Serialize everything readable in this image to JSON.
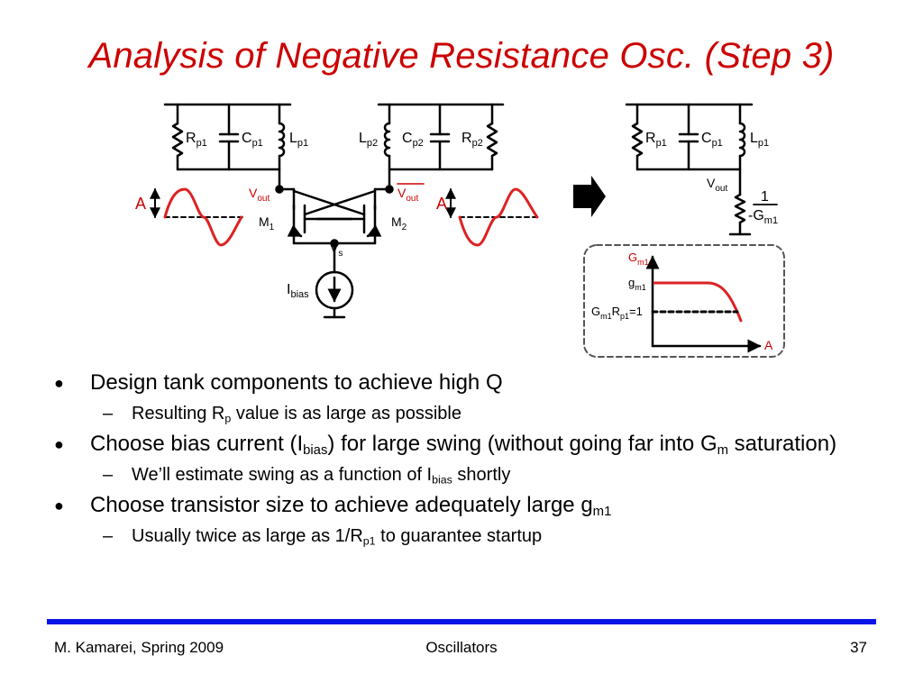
{
  "slide": {
    "title": "Analysis of Negative Resistance Osc. (Step 3)",
    "figure": {
      "R": "R",
      "C": "C",
      "L": "L",
      "sub_p1": "p1",
      "sub_p2": "p2",
      "V": "V",
      "sub_out": "out",
      "sub_s": "s",
      "M": "M",
      "sub_1": "1",
      "sub_2": "2",
      "I": "I",
      "sub_bias": "bias",
      "A": "A",
      "one": "1",
      "neg_G": "-G",
      "sub_m1": "m1",
      "G": "G",
      "g": "g",
      "plot_eq": "=1"
    },
    "bullets": [
      {
        "level": 1,
        "parts": [
          {
            "t": "Design tank components to achieve high Q"
          }
        ]
      },
      {
        "level": 2,
        "parts": [
          {
            "t": "Resulting R"
          },
          {
            "s": "p"
          },
          {
            "t": " value is as large as possible"
          }
        ]
      },
      {
        "level": 1,
        "parts": [
          {
            "t": "Choose bias current (I"
          },
          {
            "s": "bias"
          },
          {
            "t": ") for large swing (without going far into G"
          },
          {
            "s": "m"
          },
          {
            "t": " saturation)"
          }
        ]
      },
      {
        "level": 2,
        "parts": [
          {
            "t": "We’ll estimate swing as a function of I"
          },
          {
            "s": "bias"
          },
          {
            "t": " shortly"
          }
        ]
      },
      {
        "level": 1,
        "parts": [
          {
            "t": "Choose transistor size to achieve adequately large g"
          },
          {
            "s": "m1"
          }
        ]
      },
      {
        "level": 2,
        "parts": [
          {
            "t": "Usually twice as large as 1/R"
          },
          {
            "s": "p1"
          },
          {
            "t": " to guarantee startup"
          }
        ]
      }
    ],
    "bullet_glyph": "●",
    "dash_glyph": "–",
    "footer": {
      "author": "M. Kamarei, Spring 2009",
      "center": "Oscillators",
      "page": "37"
    },
    "colors": {
      "accent": "#cc0000",
      "rule": "#0a14e6"
    }
  }
}
